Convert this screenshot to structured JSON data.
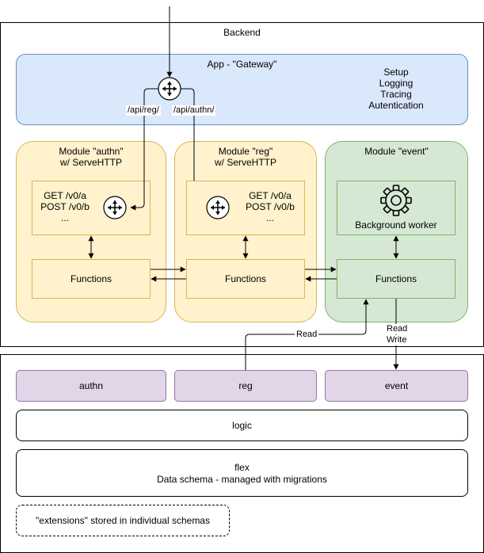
{
  "backend": {
    "title": "Backend"
  },
  "app": {
    "title": "App - \"Gateway\"",
    "features": [
      "Setup",
      "Logging",
      "Tracing",
      "Autentication"
    ],
    "route_reg": "/api/reg/",
    "route_authn": "/api/authn/"
  },
  "modules": {
    "authn": {
      "title": "Module \"authn\"",
      "subtitle": "w/ ServeHTTP",
      "routes": [
        "GET /v0/a",
        "POST /v0/b",
        "..."
      ],
      "functions": "Functions"
    },
    "reg": {
      "title": "Module \"reg\"",
      "subtitle": "w/ ServeHTTP",
      "routes": [
        "GET /v0/a",
        "POST /v0/b",
        "..."
      ],
      "functions": "Functions"
    },
    "event": {
      "title": "Module \"event\"",
      "worker": "Background worker",
      "functions": "Functions"
    }
  },
  "edges": {
    "read": "Read",
    "read_write": [
      "Read",
      "Write"
    ]
  },
  "database": {
    "schemas": [
      "authn",
      "reg",
      "event"
    ],
    "logic": "logic",
    "flex": {
      "title": "flex",
      "subtitle": "Data schema - managed with migrations"
    },
    "extensions": "\"extensions\" stored in individual schemas"
  },
  "colors": {
    "app_fill": "#dae8fc",
    "app_stroke": "#6c8ebf",
    "module_fill": "#fff2cc",
    "module_stroke": "#d6b656",
    "event_fill": "#d5e8d4",
    "event_stroke": "#82b366",
    "schema_fill": "#e1d5e7",
    "schema_stroke": "#9673a6"
  },
  "icons": [
    "router-icon",
    "gear-icon"
  ]
}
